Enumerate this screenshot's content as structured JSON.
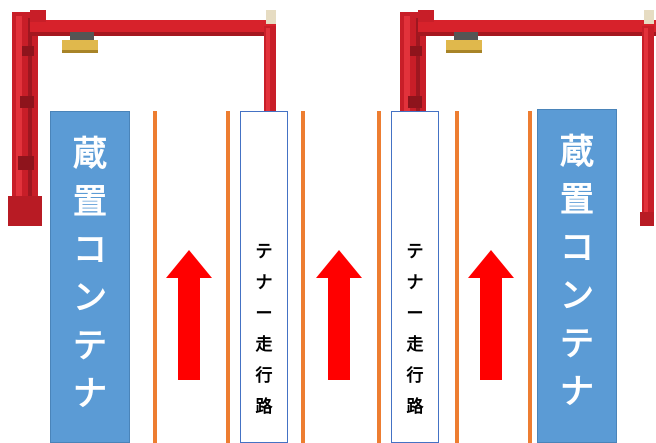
{
  "storage_left": {
    "chars": [
      "蔵",
      "置",
      "コ",
      "ン",
      "テ",
      "ナ"
    ]
  },
  "storage_right": {
    "chars": [
      "蔵",
      "置",
      "コ",
      "ン",
      "テ",
      "ナ"
    ]
  },
  "lane_left": {
    "chars": [
      "テ",
      "ナ",
      "ー",
      "走",
      "行",
      "路"
    ]
  },
  "lane_right": {
    "chars": [
      "テ",
      "ナ",
      "ー",
      "走",
      "行",
      "路"
    ]
  },
  "colors": {
    "storage_fill": "#5b9bd5",
    "lane_border": "#4472c4",
    "lane_line": "#ed7d31",
    "arrow": "#ff0000",
    "crane": "#d7222b"
  },
  "icons": {
    "crane": "gantry-crane-icon",
    "arrow": "up-arrow-icon"
  }
}
